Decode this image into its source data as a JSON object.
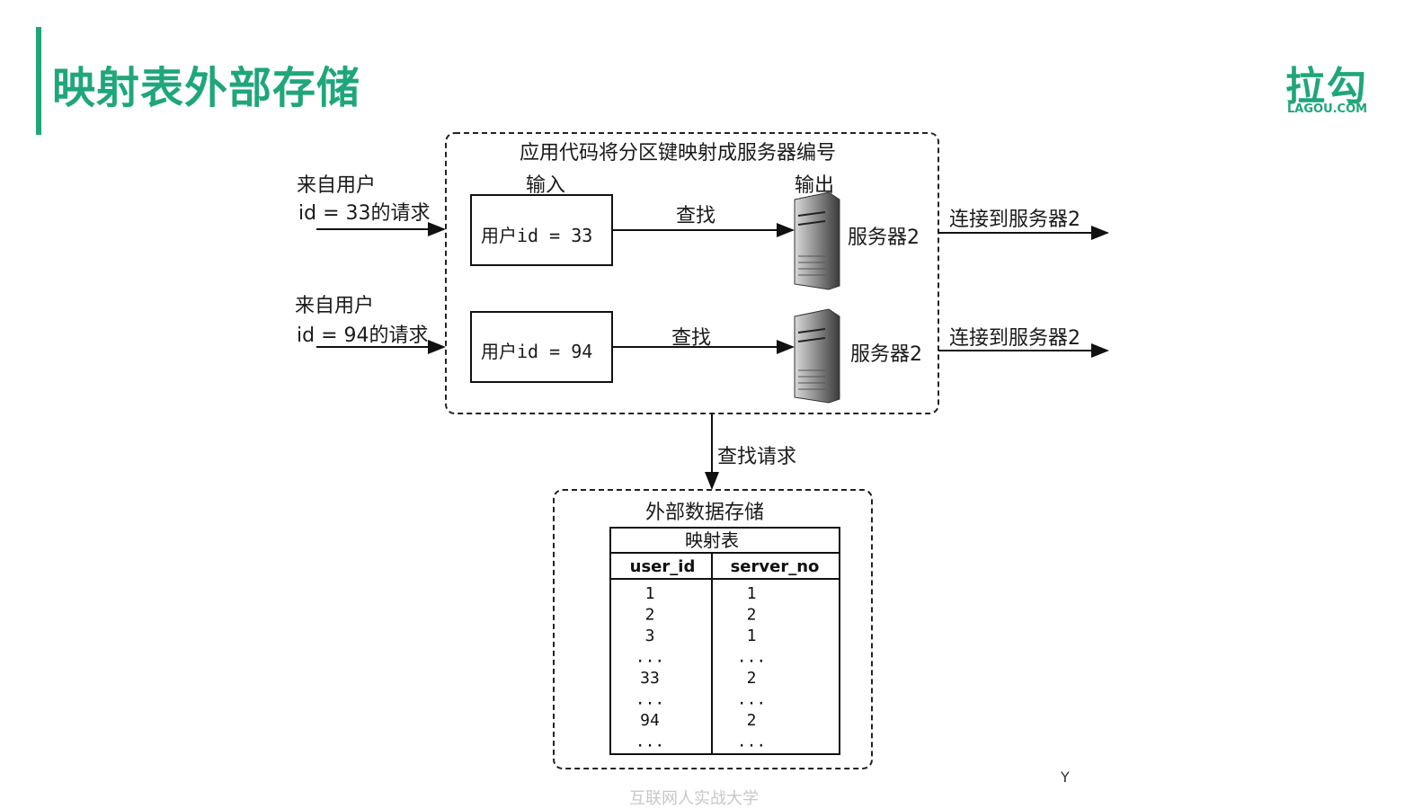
{
  "slide": {
    "title": "映射表外部存储",
    "logo_cn": "拉勾",
    "logo_en": "LAGOU.COM",
    "accent_color": "#1fa67a",
    "footer_text": "互联网人实战大学",
    "footer_mark": "Y"
  },
  "diagram": {
    "app_box_title": "应用代码将分区键映射成服务器编号",
    "input_label": "输入",
    "output_label": "输出",
    "request1": {
      "line1": "来自用户",
      "line2": "id = 33的请求",
      "box": "用户id = 33",
      "lookup": "查找",
      "server": "服务器2",
      "connect": "连接到服务器2"
    },
    "request2": {
      "line1": "来自用户",
      "line2": "id = 94的请求",
      "box": "用户id = 94",
      "lookup": "查找",
      "server": "服务器2",
      "connect": "连接到服务器2"
    },
    "lookup_request": "查找请求",
    "storage_title": "外部数据存储",
    "table": {
      "caption": "映射表",
      "headers": [
        "user_id",
        "server_no"
      ],
      "rows": [
        [
          "1",
          "1"
        ],
        [
          "2",
          "2"
        ],
        [
          "3",
          "1"
        ],
        [
          "...",
          "..."
        ],
        [
          "33",
          "2"
        ],
        [
          "...",
          "..."
        ],
        [
          "94",
          "2"
        ],
        [
          "...",
          "..."
        ]
      ]
    }
  }
}
